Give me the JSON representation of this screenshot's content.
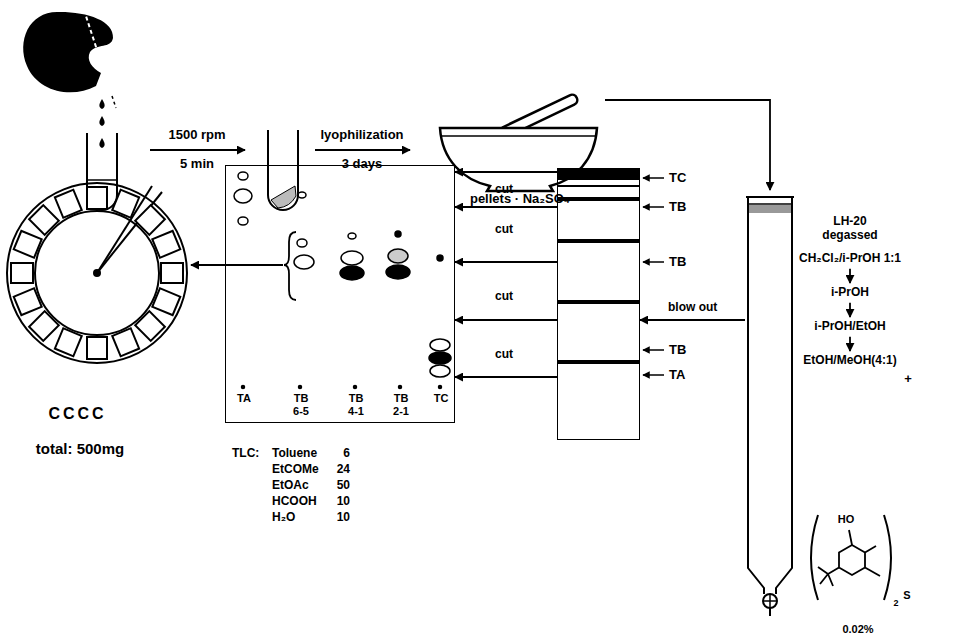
{
  "diagram": {
    "nodes": [
      {
        "text": [
          "pellets · Na₂SO₄"
        ]
      },
      {
        "text": [
          "LH-20 degassed",
          "CH₂Cl₂/i-PrOH 1:1",
          "i-PrOH",
          "i-PrOH/EtOH",
          "EtOH/MeOH(4:1)",
          "+"
        ]
      },
      {
        "text": [
          "TC",
          "TB",
          "TB",
          "TB",
          "TA"
        ]
      },
      {
        "text": [
          "TA",
          "TB 6-5",
          "TB 4-1",
          "TB 2-1",
          "TC"
        ]
      },
      {
        "text": [
          "CCCC",
          "total: 500mg"
        ]
      }
    ],
    "edges": [
      {
        "from": 0,
        "to": 1,
        "arrow": "to"
      },
      {
        "from": 1,
        "to": 2,
        "label": "blow out",
        "arrow": "to"
      },
      {
        "from": 2,
        "to": 3,
        "arrow": "to"
      },
      {
        "from": 2,
        "to": 3,
        "arrow": "to"
      },
      {
        "from": 2,
        "to": 3,
        "arrow": "to"
      },
      {
        "from": 2,
        "to": 3,
        "arrow": "to"
      },
      {
        "from": 2,
        "to": 3,
        "arrow": "to"
      },
      {
        "from": 3,
        "to": 4,
        "arrow": "to"
      }
    ],
    "labels": [
      "1500 rpm",
      "5 min",
      "lyophilization",
      "3 days",
      "cut",
      "cut",
      "cut",
      "cut",
      "TLC:",
      "Toluene",
      "6",
      "EtCOMe",
      "24",
      "EtOAc",
      "50",
      "HCOOH",
      "10",
      "H₂O",
      "10",
      "HO",
      "2",
      "S",
      "0.02%"
    ]
  }
}
